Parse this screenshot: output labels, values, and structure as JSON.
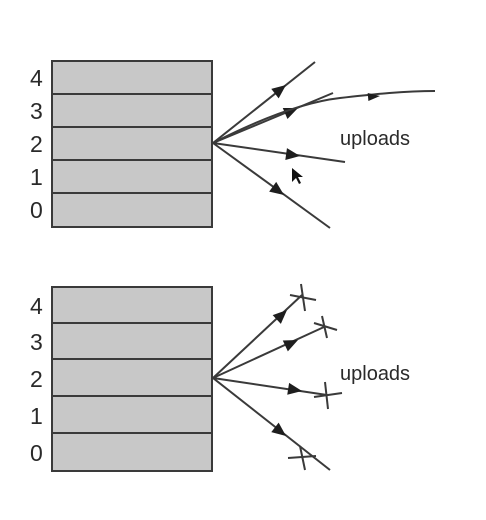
{
  "diagrams": [
    {
      "levels": [
        "4",
        "3",
        "2",
        "1",
        "0"
      ],
      "label": "uploads",
      "outcome": "open"
    },
    {
      "levels": [
        "4",
        "3",
        "2",
        "1",
        "0"
      ],
      "label": "uploads",
      "outcome": "blocked"
    }
  ],
  "colors": {
    "stack_fill": "#c8c8c8",
    "stroke": "#3a3a3a",
    "arrow": "#1e1e1e"
  }
}
